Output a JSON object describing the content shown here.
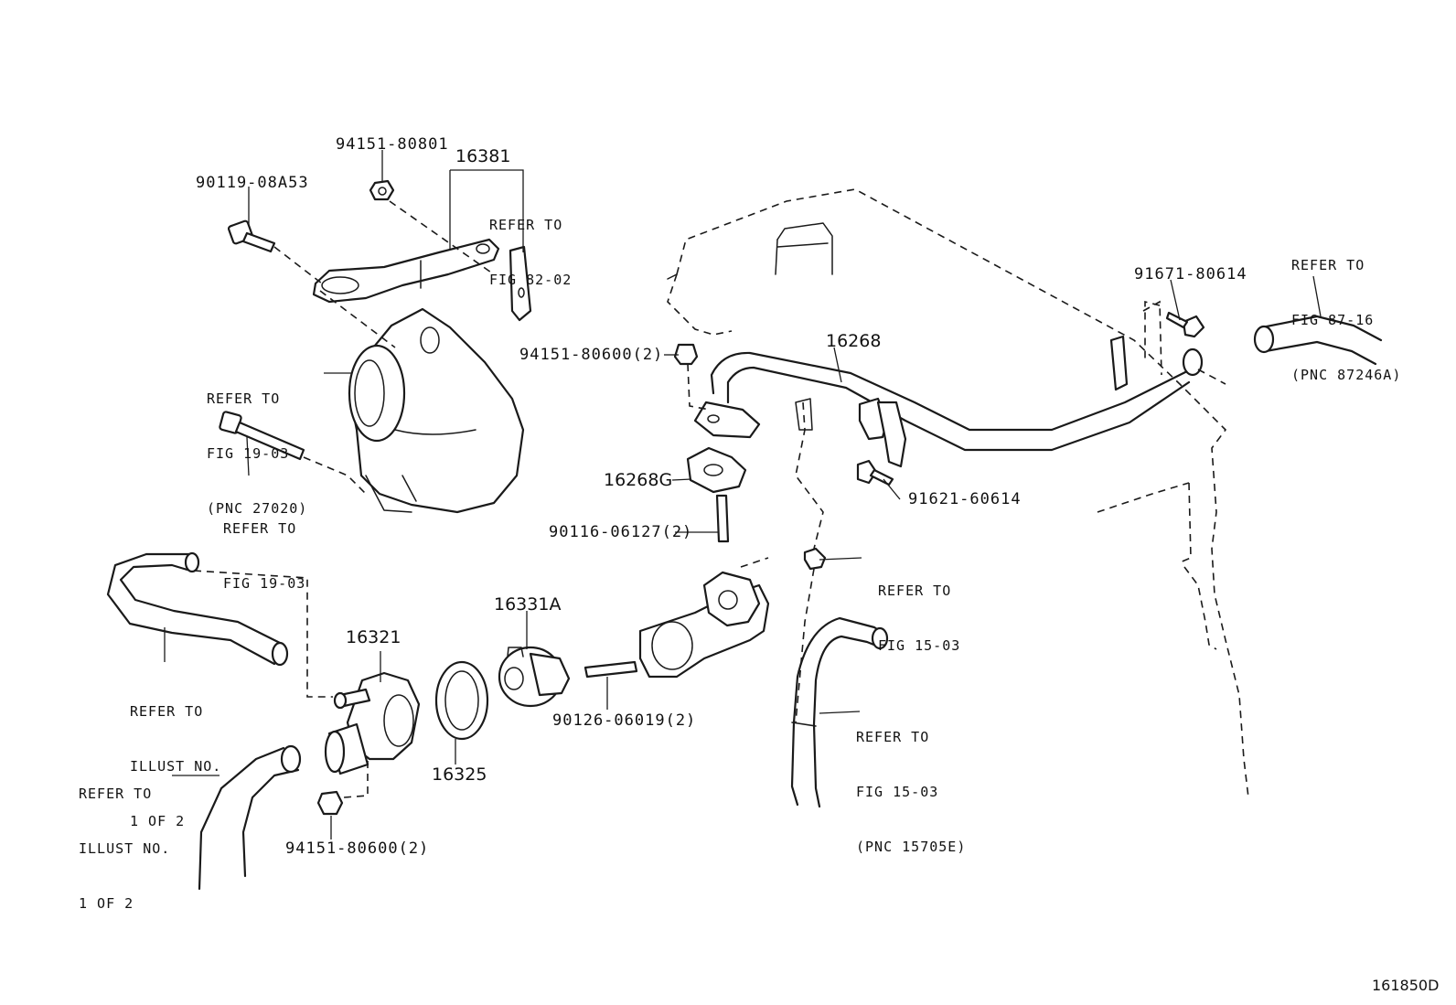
{
  "image_id": "161850D",
  "part_numbers": {
    "p94151_80801": "94151-80801",
    "p16381": "16381",
    "p90119_08A53": "90119-08A53",
    "p94151_80600_a": "94151-80600(2)",
    "p16268": "16268",
    "p16268G": "16268G",
    "p90116_06127": "90116-06127(2)",
    "p91671_80614": "91671-80614",
    "p91621_60614": "91621-60614",
    "p16321": "16321",
    "p16331A": "16331A",
    "p16325": "16325",
    "p90126_06019": "90126-06019(2)",
    "p94151_80600_b": "94151-80600(2)"
  },
  "references": {
    "ref_fig_82_02": [
      "REFER TO",
      "FIG 82-02"
    ],
    "ref_fig_19_03_pnc": [
      "REFER TO",
      "FIG 19-03",
      "(PNC 27020)"
    ],
    "ref_fig_19_03": [
      "REFER TO",
      "FIG 19-03"
    ],
    "ref_fig_87_16": [
      "REFER TO",
      "FIG 87-16",
      "(PNC 87246A)"
    ],
    "ref_fig_15_03": [
      "REFER TO",
      "FIG 15-03"
    ],
    "ref_fig_15_03_pnc": [
      "REFER TO",
      "FIG 15-03",
      "(PNC 15705E)"
    ],
    "ref_illust_a": [
      "REFER TO",
      "ILLUST NO.",
      "1 OF 2"
    ],
    "ref_illust_b": [
      "REFER TO",
      "ILLUST NO.",
      "1 OF 2"
    ]
  }
}
